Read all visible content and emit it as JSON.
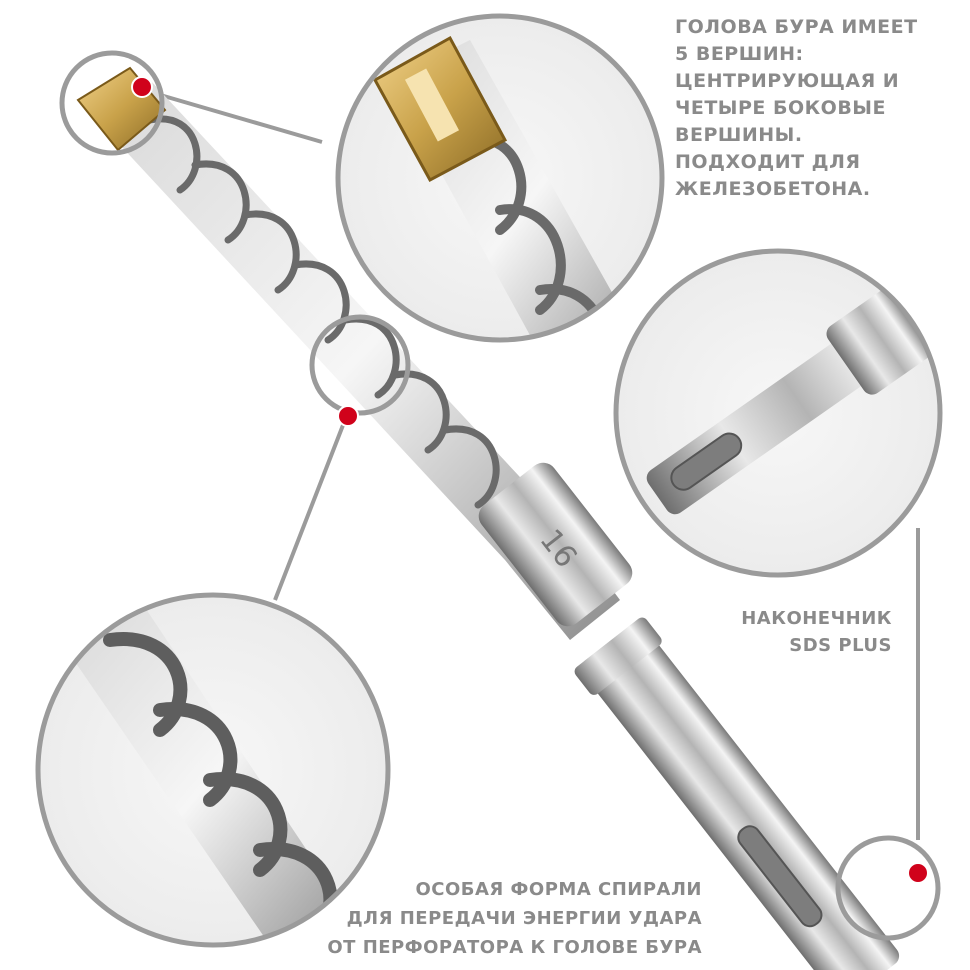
{
  "captions": {
    "head": [
      "ГОЛОВА БУРА ИМЕЕТ",
      "5 ВЕРШИН:",
      "ЦЕНТРИРУЮЩАЯ И",
      "ЧЕТЫРЕ БОКОВЫЕ",
      "ВЕРШИНЫ.",
      "ПОДХОДИТ ДЛЯ",
      "ЖЕЛЕЗОБЕТОНА."
    ],
    "sds": [
      "НАКОНЕЧНИК",
      "SDS PLUS"
    ],
    "spiral": [
      "ОСОБАЯ ФОРМА СПИРАЛИ",
      "ДЛЯ ПЕРЕДАЧИ ЭНЕРГИИ УДАРА",
      "ОТ ПЕРФОРАТОРА К ГОЛОВЕ БУРА"
    ]
  },
  "drill": {
    "marking": "16"
  },
  "colors": {
    "steel_light": "#e8e8e8",
    "steel_mid": "#b4b4b4",
    "steel_dark": "#6e6e6e",
    "carbide": "#c9a24a",
    "ring": "#9b9b9b",
    "marker": "#d0021b",
    "caption": "#8a8a8a"
  }
}
